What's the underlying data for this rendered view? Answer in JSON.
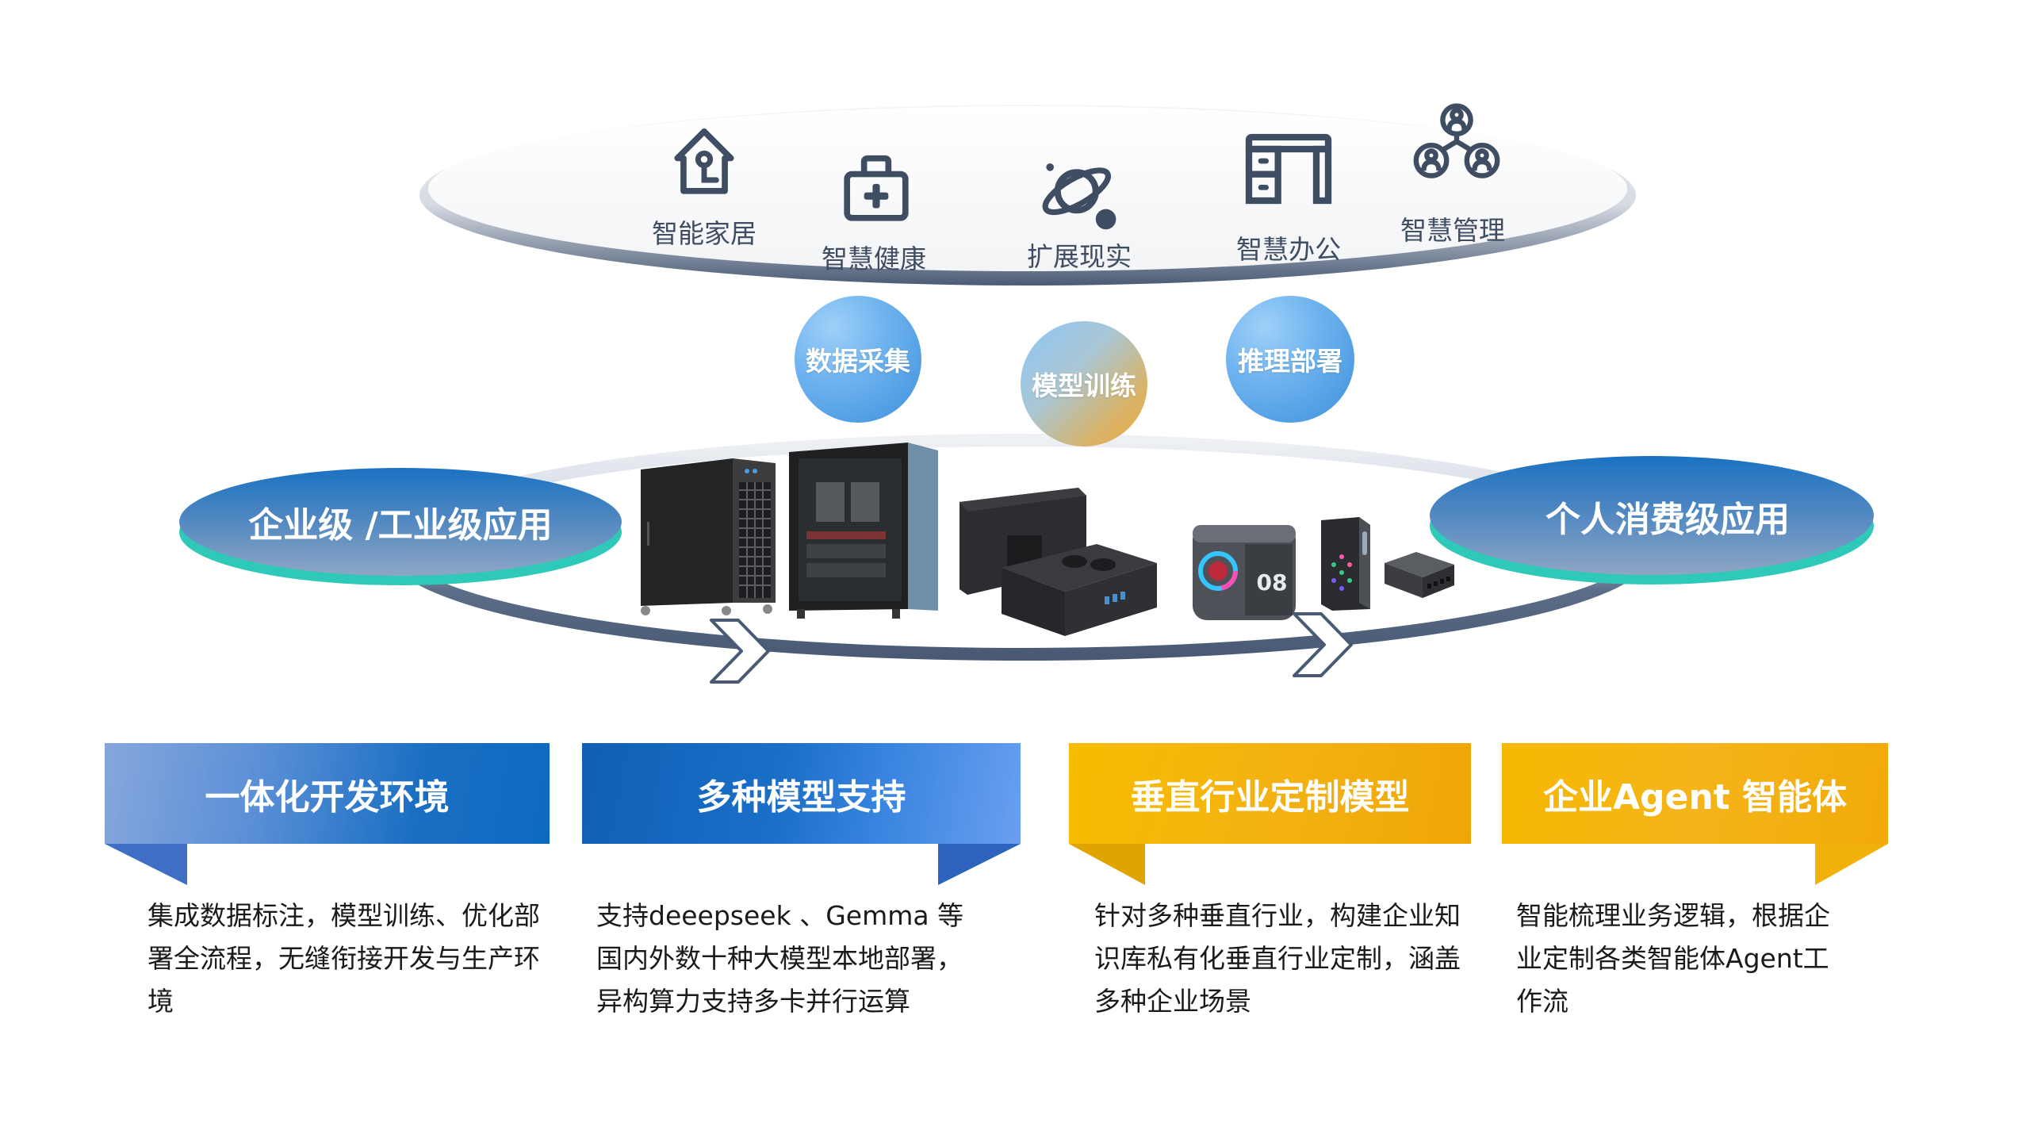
{
  "colors": {
    "icon": "#3f4d63",
    "ring_dark": "#4a5a74",
    "ring_light": "#e6e9ee",
    "disc_top": "#1b72c2",
    "disc_edge": "#2ec9b8",
    "blue_banner": "#1f6fc0",
    "gold_banner": "#f2a900",
    "bubble_blue": "#5aa8ea",
    "bubble_orange": "#eea93a"
  },
  "applications": [
    {
      "label": "智能家居",
      "icon": "smart-home-icon"
    },
    {
      "label": "智慧健康",
      "icon": "medical-kit-icon"
    },
    {
      "label": "扩展现实",
      "icon": "planet-icon"
    },
    {
      "label": "智慧办公",
      "icon": "office-desk-icon"
    },
    {
      "label": "智慧管理",
      "icon": "team-management-icon"
    }
  ],
  "process_steps": [
    {
      "label": "数据采集"
    },
    {
      "label": "模型训练"
    },
    {
      "label": "推理部署"
    }
  ],
  "tiers": {
    "enterprise": "企业级 /工业级应用",
    "consumer": "个人消费级应用"
  },
  "products": [
    {
      "name": "tower-server-with-wheels"
    },
    {
      "name": "glass-panel-workstation"
    },
    {
      "name": "industrial-box-pc"
    },
    {
      "name": "industrial-fan-box-pc"
    },
    {
      "name": "rgb-gaming-mini-pc"
    },
    {
      "name": "slim-rgb-mini-pc"
    },
    {
      "name": "compact-nuc-mini-pc"
    }
  ],
  "features": [
    {
      "title": "一体化开发环境",
      "lines": [
        "集成数据标注，模型训练、优化部",
        "署全流程，无缝衔接开发与生产环",
        "境"
      ]
    },
    {
      "title": "多种模型支持",
      "lines": [
        "支持deeepseek 、Gemma 等",
        "国内外数十种大模型本地部署，",
        "异构算力支持多卡并行运算"
      ]
    },
    {
      "title": "垂直行业定制模型",
      "lines": [
        "针对多种垂直行业，构建企业知",
        "识库私有化垂直行业定制，涵盖",
        "多种企业场景"
      ]
    },
    {
      "title": "企业Agent 智能体",
      "lines": [
        "智能梳理业务逻辑，根据企",
        "业定制各类智能体Agent工",
        "作流"
      ]
    }
  ]
}
